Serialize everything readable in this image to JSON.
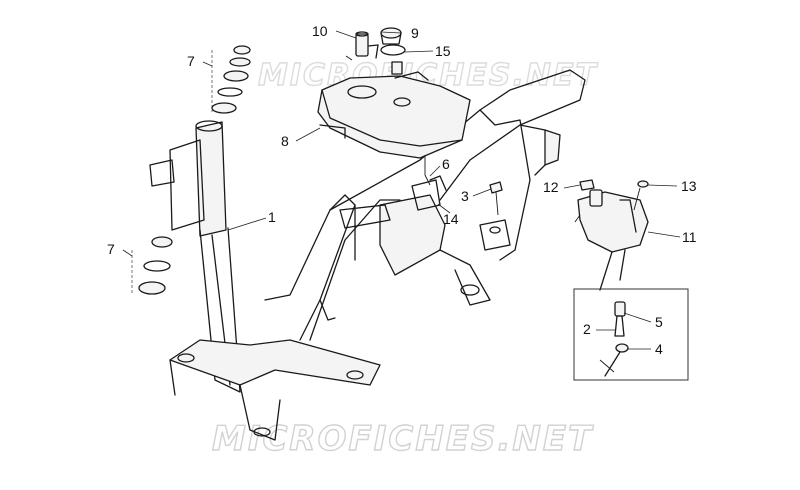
{
  "watermarks": {
    "top": "MICROFICHES.NET",
    "bottom": "MICROFICHES.NET"
  },
  "callouts": [
    {
      "id": "c1",
      "label": "1"
    },
    {
      "id": "c2",
      "label": "2"
    },
    {
      "id": "c3",
      "label": "3"
    },
    {
      "id": "c4",
      "label": "4"
    },
    {
      "id": "c5",
      "label": "5"
    },
    {
      "id": "c6",
      "label": "6"
    },
    {
      "id": "c7a",
      "label": "7"
    },
    {
      "id": "c7b",
      "label": "7"
    },
    {
      "id": "c8",
      "label": "8"
    },
    {
      "id": "c9",
      "label": "9"
    },
    {
      "id": "c10",
      "label": "10"
    },
    {
      "id": "c11",
      "label": "11"
    },
    {
      "id": "c12",
      "label": "12"
    },
    {
      "id": "c13",
      "label": "13"
    },
    {
      "id": "c14",
      "label": "14"
    },
    {
      "id": "c15",
      "label": "15"
    }
  ]
}
